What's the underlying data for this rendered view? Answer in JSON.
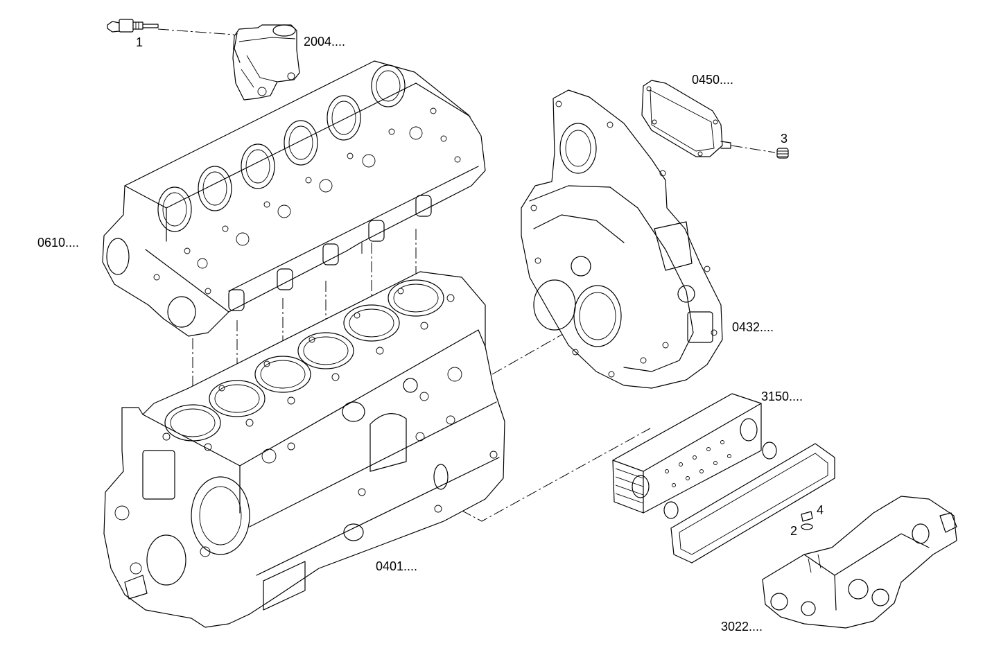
{
  "callouts": {
    "p1": "1",
    "p2": "2",
    "p3": "3",
    "p4": "4",
    "p2004": "2004....",
    "p0450": "0450....",
    "p0610": "0610....",
    "p0432": "0432....",
    "p3150": "3150....",
    "p0401": "0401....",
    "p3022": "3022...."
  },
  "drawing": {
    "line_color": "#000000",
    "background": "#ffffff"
  }
}
